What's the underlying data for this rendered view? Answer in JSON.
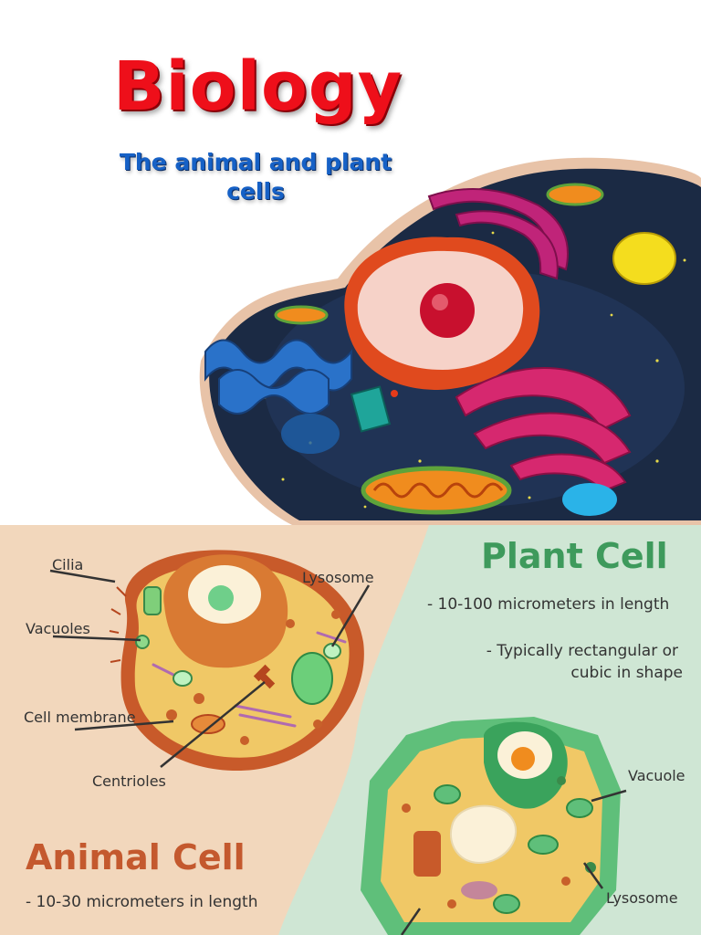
{
  "header": {
    "title": "Biology",
    "subtitle_line1": "The animal and plant",
    "subtitle_line2": "cells"
  },
  "plant": {
    "title": "Plant Cell",
    "facts": [
      "- 10-100 micrometers in length",
      "- Typically rectangular or",
      "cubic in shape"
    ],
    "labels": {
      "vacuole": "Vacuole",
      "lysosome": "Lysosome"
    }
  },
  "animal": {
    "title": "Animal Cell",
    "facts": [
      "- 10-30 micrometers in length"
    ],
    "labels": {
      "cilia": "Cilia",
      "vacuoles": "Vacuoles",
      "cell_membrane": "Cell membrane",
      "centrioles": "Centrioles",
      "lysosome": "Lysosome"
    }
  },
  "colors": {
    "title_red": "#ee0f1a",
    "subtitle_blue": "#1661c6",
    "plant_green": "#3e9a5c",
    "animal_orange": "#c4592e",
    "beige_panel": "#f2d7bc",
    "mint_panel": "#cfe6d4"
  }
}
